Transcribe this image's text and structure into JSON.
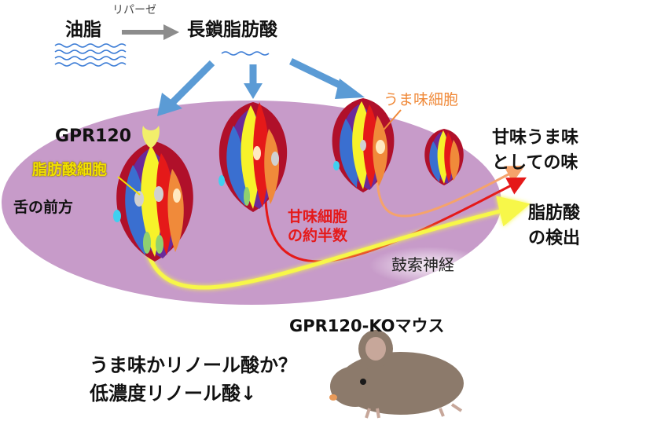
{
  "labels": {
    "oil": "油脂",
    "lipase": "リパーゼ",
    "lcfa": "長鎖脂肪酸",
    "umami_cell": "うま味細胞",
    "gpr120": "GPR120",
    "fatty_acid_cell": "脂肪酸細胞",
    "tongue_front": "舌の前方",
    "sweet_cell_line1": "甘味細胞",
    "sweet_cell_line2": "の約半数",
    "chorda_tympani": "鼓索神経",
    "sweet_umami_taste_line1": "甘味うま味",
    "sweet_umami_taste_line2": "としての味",
    "fatty_acid_detection_line1": "脂肪酸",
    "fatty_acid_detection_line2": "の検出",
    "ko_mouse": "GPR120-KOマウス",
    "question_line1": "うま味かリノール酸か？",
    "question_line2": "低濃度リノール酸↓"
  },
  "colors": {
    "tongue": "#c79bc9",
    "arrow_blue": "#5b9bd5",
    "arrow_gray": "#8c8c8c",
    "fatty_acid_signal": "#f7f74a",
    "sweet_signal": "#e51919",
    "umami_signal": "#f5a36b",
    "wave_blue": "#3a7bd5",
    "taste_bud_outer": "#b0102a",
    "taste_bud_purple": "#6a2a9a",
    "mouse_body": "#8c7a6b"
  }
}
